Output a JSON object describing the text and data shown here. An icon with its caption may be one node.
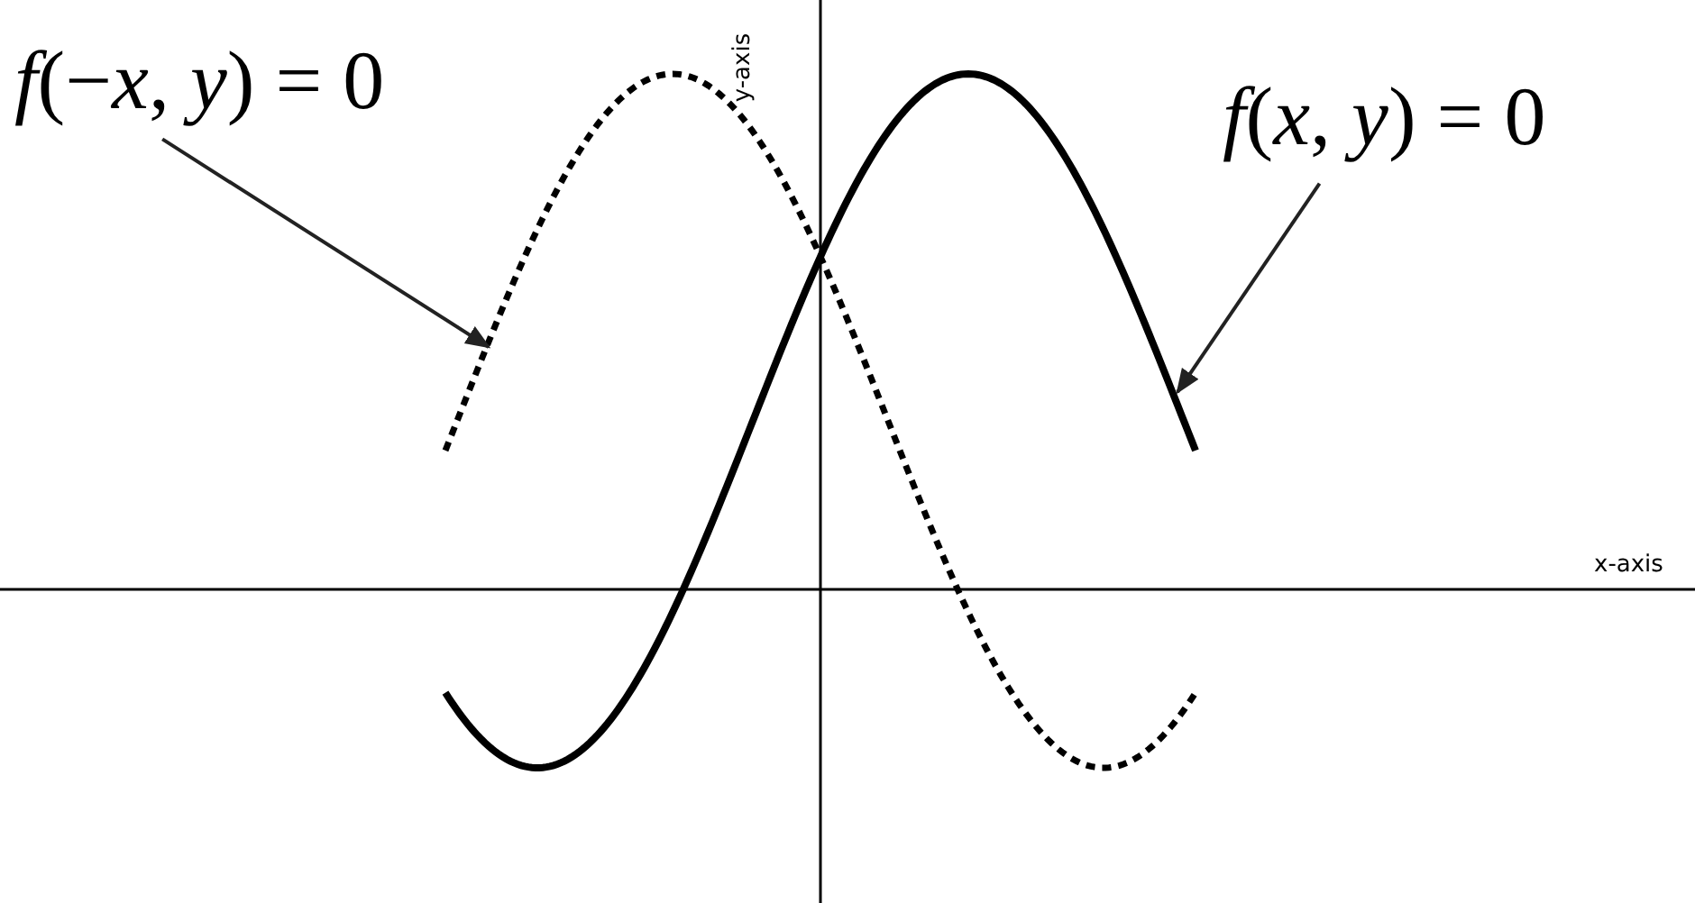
{
  "diagram": {
    "nodes": [
      {
        "text": [
          "*f*(−*x*, *y*) = 0"
        ]
      },
      {
        "text": [],
        "shape": "curve"
      },
      {
        "text": [
          "*f*(*x*, *y*) = 0"
        ]
      },
      {
        "text": [],
        "shape": "curve"
      }
    ],
    "edges": [
      {
        "from": 0,
        "to": 1,
        "arrow": "to"
      },
      {
        "from": 2,
        "to": 3,
        "arrow": "to"
      }
    ],
    "labels": [
      "y-axis",
      "x-axis"
    ]
  }
}
